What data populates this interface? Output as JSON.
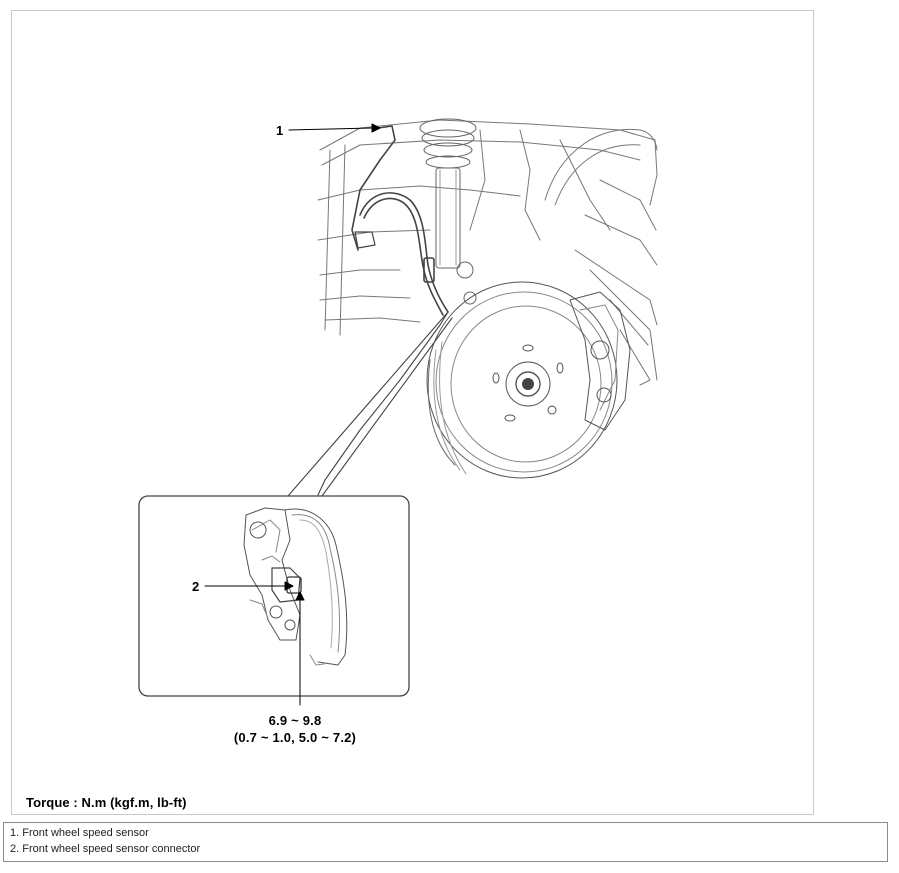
{
  "figure": {
    "callouts": [
      {
        "label": "1"
      },
      {
        "label": "2"
      }
    ],
    "torque_spec": {
      "line1": "6.9 ~ 9.8",
      "line2": "(0.7 ~ 1.0, 5.0 ~ 7.2)"
    },
    "torque_note": "Torque : N.m (kgf.m, lb-ft)"
  },
  "legend": {
    "items": [
      "1. Front wheel speed sensor",
      "2. Front wheel speed sensor connector"
    ]
  }
}
